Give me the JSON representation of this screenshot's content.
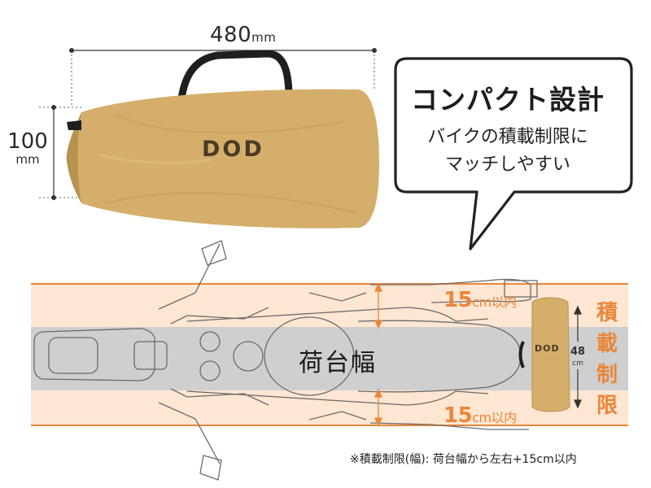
{
  "product": {
    "brand_logo": "DOD",
    "width_value": "480",
    "width_unit": "mm",
    "height_value": "100",
    "height_unit": "mm"
  },
  "bubble": {
    "title": "コンパクト設計",
    "body_line1": "バイクの積載制限に",
    "body_line2": "マッチしやすい"
  },
  "bike": {
    "deck_label": "荷台幅",
    "limit_value": "15",
    "limit_unit": "cm以内",
    "vertical_label": [
      "積",
      "載",
      "制",
      "限"
    ],
    "pack_length_value": "48",
    "pack_length_unit": "cm"
  },
  "footnote": "※積載制限(幅): 荷台幅から左右+15cm以内",
  "colors": {
    "bag": "#d4ae6a",
    "bag_shadow": "#b8924f",
    "strap": "#1f1f1f",
    "logo": "#4a3a25",
    "limit_band": "#fde6d2",
    "limit_line": "#e8873a",
    "deck_band": "#cfcfcf",
    "bubble_border": "#222222"
  }
}
